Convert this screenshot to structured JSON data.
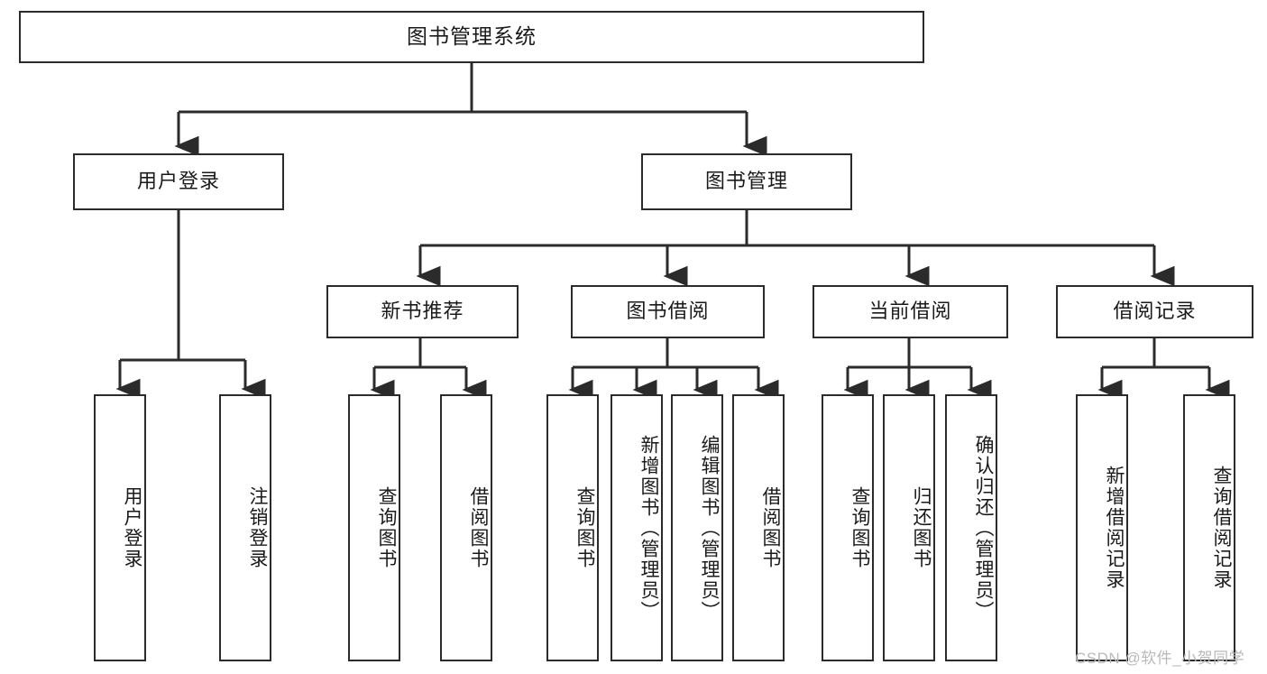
{
  "diagram": {
    "title": "图书管理系统",
    "type": "hierarchy-tree",
    "watermark": "CSDN @软件_小贺同学",
    "colors": {
      "box_border": "#2b2b2b",
      "box_fill": "#ffffff",
      "connector": "#2b2b2b",
      "text": "#1a1a1a",
      "watermark": "#b9b9b9"
    },
    "root": {
      "label": "图书管理系统"
    },
    "level2": [
      {
        "label": "用户登录"
      },
      {
        "label": "图书管理"
      }
    ],
    "level3": [
      {
        "label": "新书推荐"
      },
      {
        "label": "图书借阅"
      },
      {
        "label": "当前借阅"
      },
      {
        "label": "借阅记录"
      }
    ],
    "leaves": {
      "user_login": [
        {
          "label": "用户登录"
        },
        {
          "label": "注销登录"
        }
      ],
      "new_book_recommend": [
        {
          "label": "查询图书"
        },
        {
          "label": "借阅图书"
        }
      ],
      "book_borrow": [
        {
          "label": "查询图书"
        },
        {
          "label": "新增图书（管理员）"
        },
        {
          "label": "编辑图书（管理员）"
        },
        {
          "label": "借阅图书"
        }
      ],
      "current_borrow": [
        {
          "label": "查询图书"
        },
        {
          "label": "归还图书"
        },
        {
          "label": "确认归还（管理员）"
        }
      ],
      "borrow_record": [
        {
          "label": "新增借阅记录"
        },
        {
          "label": "查询借阅记录"
        }
      ]
    }
  }
}
